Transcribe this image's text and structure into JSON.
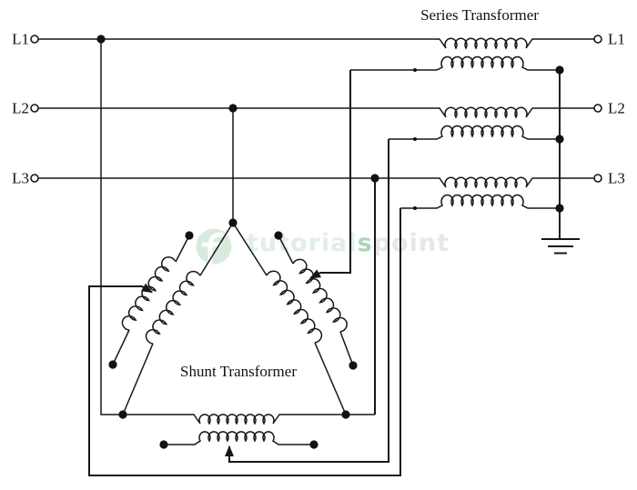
{
  "diagram": {
    "series_label": "Series Transformer",
    "shunt_label": "Shunt Transformer"
  },
  "terminals": {
    "left": [
      "L1",
      "L2",
      "L3"
    ],
    "right": [
      "L1",
      "L2",
      "L3"
    ]
  },
  "watermark": {
    "logo_icon": "tutorialspoint-logo",
    "part_tutorial": "tutorial",
    "part_s": "s",
    "part_point": "point"
  },
  "colors": {
    "wire": "#161616",
    "background": "#ffffff",
    "watermark_pale_green": "#e2efe7",
    "watermark_accent_green": "#a9d6b9",
    "watermark_gray": "#e7e8e6",
    "logo_circle_green": "#d8eade"
  }
}
